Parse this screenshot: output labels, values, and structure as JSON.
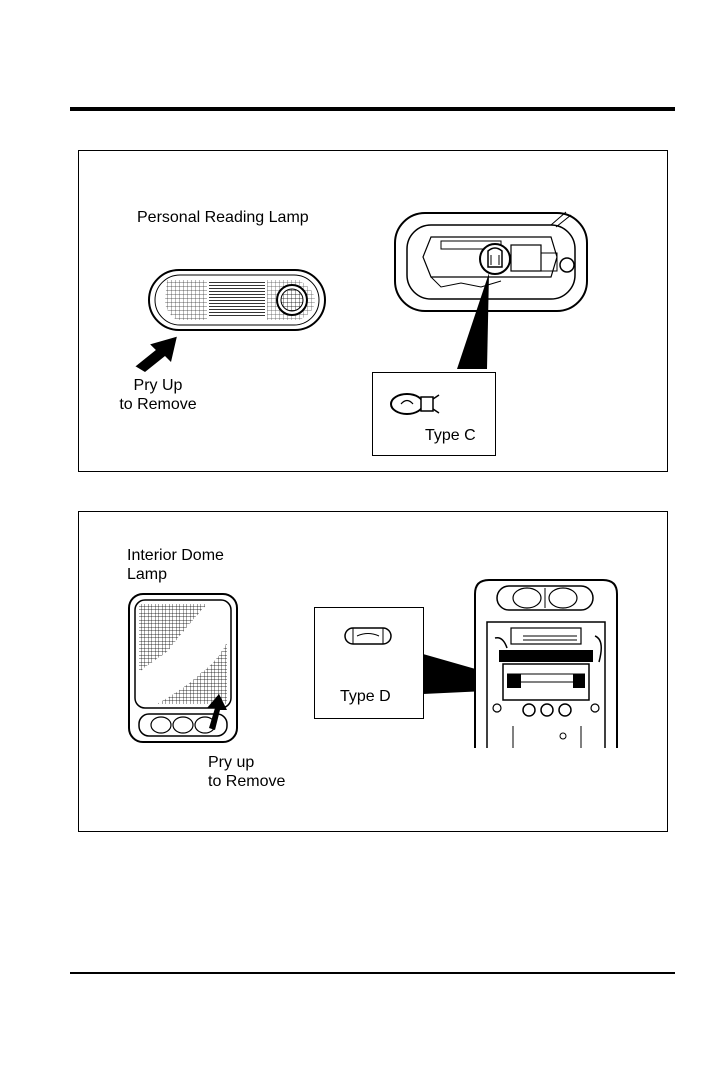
{
  "panel_1": {
    "title": "Personal Reading Lamp",
    "instruction_line1": "Pry Up",
    "instruction_line2": "to Remove",
    "bulb_label": "Type C"
  },
  "panel_2": {
    "title_line1": "Interior Dome",
    "title_line2": "Lamp",
    "instruction_line1": "Pry up",
    "instruction_line2": "to Remove",
    "bulb_label": "Type D"
  }
}
